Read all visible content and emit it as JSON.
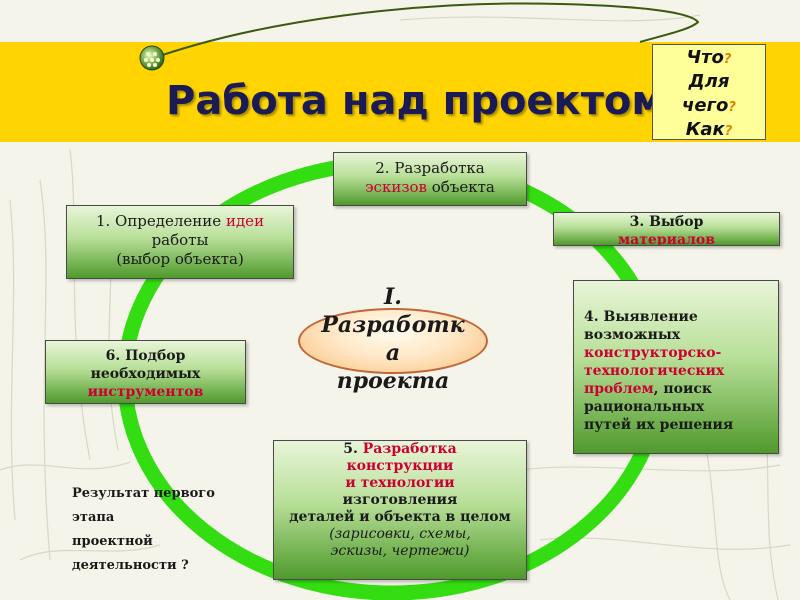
{
  "header": {
    "title": "Работа над проектом",
    "questions": [
      {
        "text": "Что",
        "mark": "?"
      },
      {
        "text": "Для",
        "mark": ""
      },
      {
        "text": "чего",
        "mark": "?"
      },
      {
        "text": "Как",
        "mark": "?"
      }
    ]
  },
  "center": {
    "lines": [
      "I.",
      "Разработк",
      "а",
      "проекта"
    ]
  },
  "steps": {
    "s1": {
      "prefix": "1.  Определение ",
      "highlight": "идеи",
      "line2": "работы",
      "line3": "(выбор объекта)"
    },
    "s2": {
      "line1": "2. Разработка",
      "highlight": "эскизов",
      "rest": " объекта"
    },
    "s3": {
      "line1": "3. Выбор",
      "highlight": "материалов"
    },
    "s4": {
      "line1": "4. Выявление",
      "line2": "возможных",
      "highlight1": "конструкторско-",
      "highlight2": "технологических",
      "highlight3": "проблем",
      "rest3": ", поиск",
      "line4": "рациональных",
      "line5": "путей их решения"
    },
    "s5": {
      "prefix": "5. ",
      "highlight": "Разработка",
      "line2": "конструкции",
      "line3": "и технологии",
      "line4": "изготовления",
      "line5": "деталей и объекта в целом",
      "line6": "(зарисовки, схемы,",
      "line7": "эскизы, чертежи)"
    },
    "s6": {
      "line1": "6. Подбор",
      "line2": "необходимых",
      "highlight": "инструментов"
    }
  },
  "result": {
    "lines": [
      "Результат первого",
      "этапа",
      "проектной",
      "деятельности ?"
    ]
  },
  "colors": {
    "accent_band": "#ffd400",
    "ring": "#33dd11",
    "highlight_red": "#cc0033",
    "question_mark": "#e08000"
  }
}
